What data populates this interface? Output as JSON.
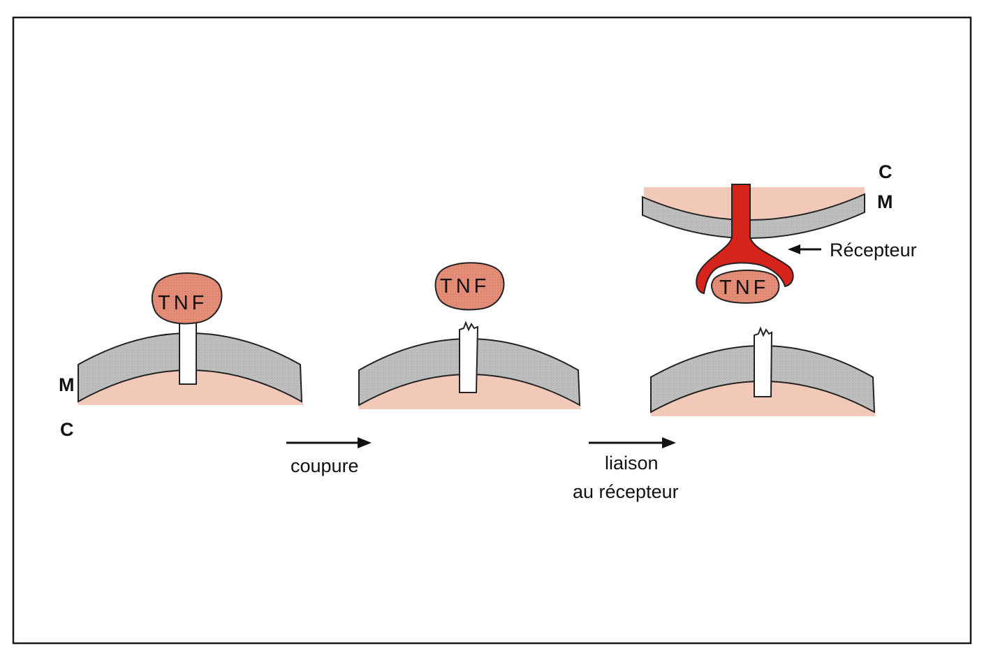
{
  "labels": {
    "membrane": "M",
    "cell": "C",
    "tnf": "TNF",
    "receptor": "Récepteur"
  },
  "steps": {
    "cleavage": "coupure",
    "binding_line1": "liaison",
    "binding_line2": "au récepteur"
  },
  "colors": {
    "frame": "#1a1a1a",
    "membrane_fill": "#bdbdbd",
    "membrane_stroke": "#222222",
    "cytoplasm": "#f2c9b8",
    "tnf_fill": "#e08a73",
    "receptor": "#d6231b",
    "stalk": "#ffffff"
  }
}
